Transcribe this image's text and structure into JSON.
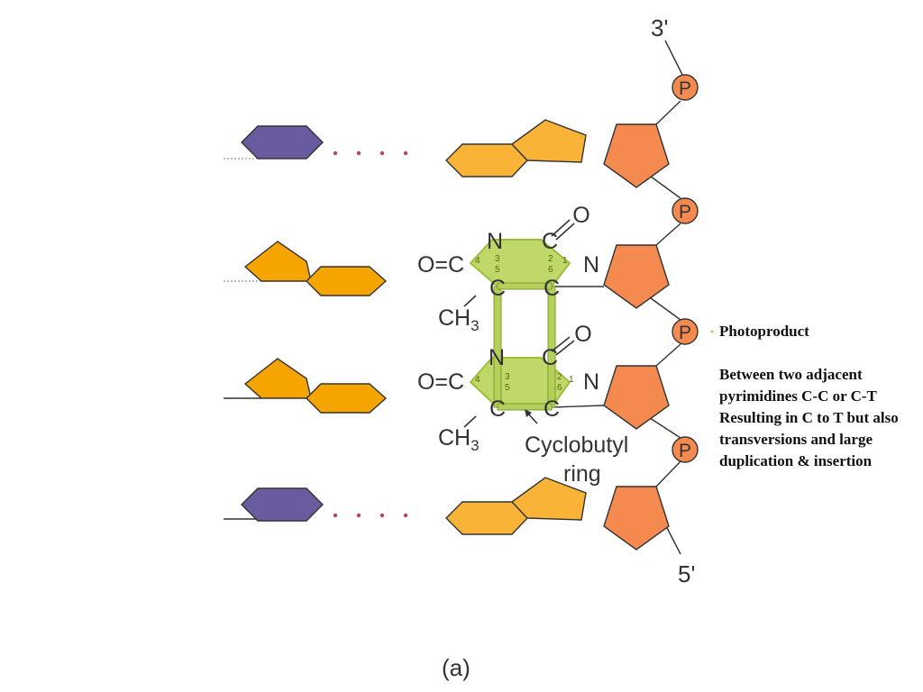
{
  "labels": {
    "three_prime": "3'",
    "five_prime": "5'",
    "phosphate": "P",
    "cyclobutyl_line1": "Cyclobutyl",
    "cyclobutyl_line2": "ring",
    "panel": "(a)"
  },
  "atoms": {
    "N": "N",
    "C": "C",
    "O": "O",
    "oxo_left": "O=C",
    "methyl": "CH",
    "methyl_sub": "3"
  },
  "ring_numbers": {
    "n4": "4",
    "n3": "3",
    "n5": "5",
    "n2": "2",
    "n6": "6",
    "n1": "1"
  },
  "note": {
    "title": "Photoproduct",
    "lines": [
      "Between two adjacent",
      "pyrimidines C-C or C-T",
      "Resulting in C to T but also",
      "transversions and large",
      "duplication & insertion"
    ]
  },
  "colors": {
    "purine_orange": "#f6a400",
    "pyrimidine_yellow": "#f9b437",
    "purple_base": "#6a5aa0",
    "sugar": "#f58a50",
    "phosphate": "#f58a50",
    "green_ring": "#c0d86a",
    "green_bond": "#9dbe3a",
    "dots": "#b5475d"
  }
}
